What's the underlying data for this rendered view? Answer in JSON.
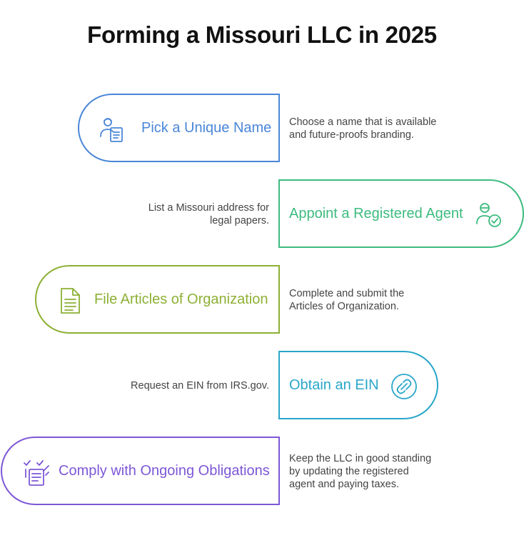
{
  "title": "Forming a Missouri LLC in 2025",
  "steps": [
    {
      "label": "Pick a Unique Name",
      "icon": "person-document-icon",
      "color": "#4a86d8",
      "desc": [
        "Choose a name that is available",
        "and future-proofs branding."
      ]
    },
    {
      "label": "Appoint a Registered Agent",
      "icon": "person-check-icon",
      "color": "#3dbb7f",
      "desc": [
        "List a Missouri address for",
        "legal papers."
      ]
    },
    {
      "label": "File Articles of Organization",
      "icon": "document-icon",
      "color": "#8db034",
      "desc": [
        "Complete and submit the",
        "Articles of Organization."
      ]
    },
    {
      "label": "Obtain an EIN",
      "icon": "link-circle-icon",
      "color": "#28a6c9",
      "desc": [
        "Request an EIN from IRS.gov."
      ]
    },
    {
      "label": "Comply with Ongoing Obligations",
      "icon": "checklist-icon",
      "color": "#7d57d6",
      "desc": [
        "Keep the LLC in good standing",
        "by updating the registered",
        "agent and paying taxes."
      ]
    }
  ]
}
